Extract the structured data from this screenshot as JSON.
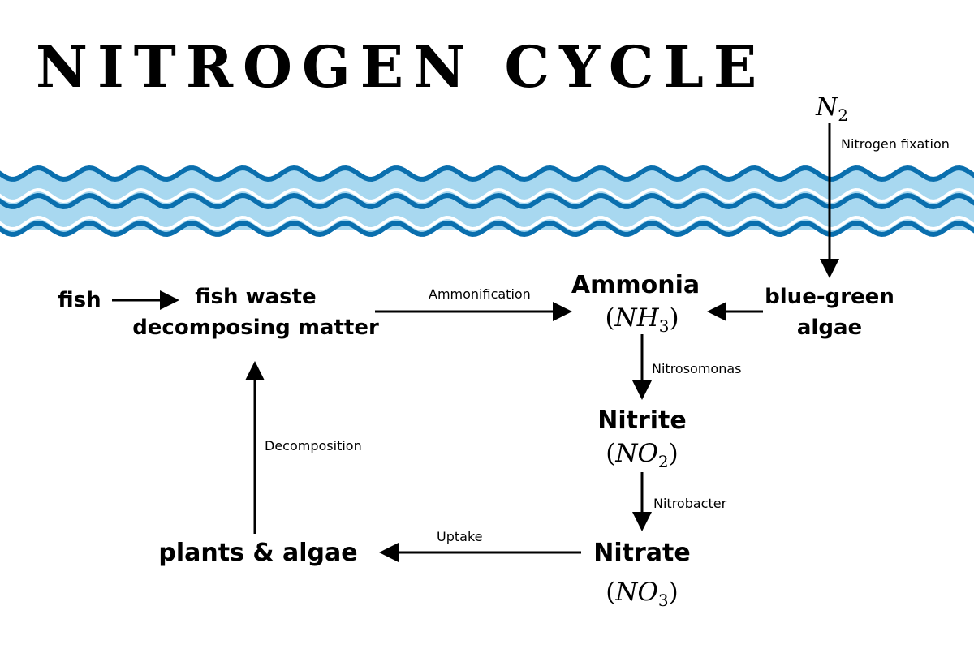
{
  "title": "NITROGEN CYCLE",
  "n2": {
    "symbol": "N",
    "subscript": "2"
  },
  "nodes": {
    "fish": "fish",
    "fish_waste_line1": "fish waste",
    "fish_waste_line2": "decomposing matter",
    "ammonia": "Ammonia",
    "ammonia_formula": {
      "symbol": "NH",
      "subscript": "3"
    },
    "blue_green_line1": "blue-green",
    "blue_green_line2": "algae",
    "nitrite": "Nitrite",
    "nitrite_formula": {
      "symbol": "NO",
      "subscript": "2"
    },
    "nitrate": "Nitrate",
    "nitrate_formula": {
      "symbol": "NO",
      "subscript": "3"
    },
    "plants": "plants & algae"
  },
  "processes": {
    "fixation": "Nitrogen fixation",
    "ammonification": "Ammonification",
    "nitrosomonas": "Nitrosomonas",
    "nitrobacter": "Nitrobacter",
    "uptake": "Uptake",
    "decomposition": "Decomposition"
  },
  "colors": {
    "wave_dark": "#0a6fae",
    "wave_light": "#a8d8f0",
    "text": "#000000",
    "background": "#ffffff"
  }
}
